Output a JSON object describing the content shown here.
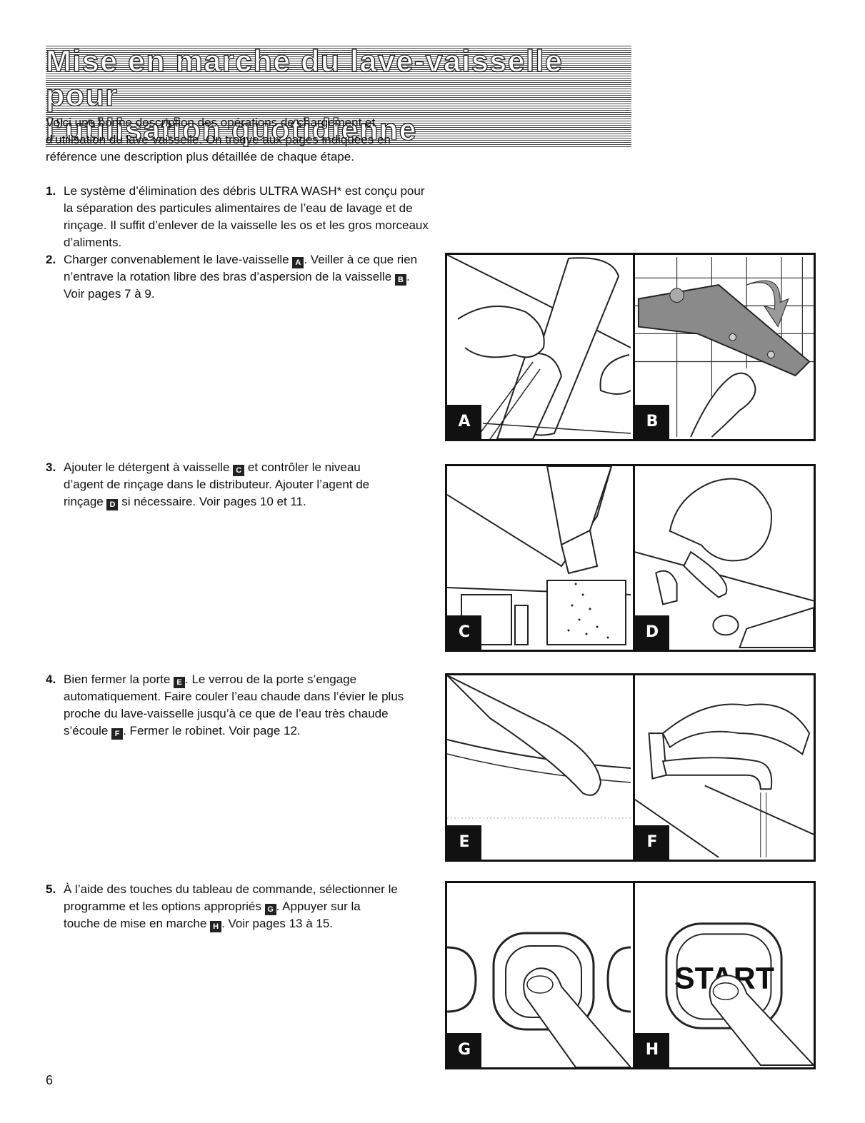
{
  "title": {
    "line1": "Mise en marche du lave-vaisselle pour",
    "line2": "l’utilisation quotidienne"
  },
  "intro": "Voici une bonne description des opérations de chargement et d’utilisation du lave-vaisselle. On trouve aux pages indiquées en référence une description plus détaillée de chaque étape.",
  "steps": [
    {
      "num": "1.",
      "parts": [
        "Le système d’élimination des débris ULTRA WASH* est conçu pour la séparation des particules alimentaires de l’eau de lavage et de rinçage. Il suffit d’enlever de la vaisselle les os et les gros morceaux d’aliments."
      ]
    },
    {
      "num": "2.",
      "parts": [
        "Charger convenablement le lave-vaisselle ",
        ". Veiller à ce que rien n’entrave la rotation libre des bras d’aspersion de la vaisselle ",
        ". Voir pages 7 à 9."
      ],
      "tags": [
        "A",
        "B"
      ]
    },
    {
      "num": "3.",
      "parts": [
        "Ajouter le détergent à vaisselle ",
        " et contrôler le niveau d’agent de rinçage dans le distributeur. Ajouter l’agent de rinçage ",
        " si nécessaire. Voir pages 10 et 11."
      ],
      "tags": [
        "C",
        "D"
      ]
    },
    {
      "num": "4.",
      "parts": [
        "Bien fermer la porte ",
        ". Le verrou de la porte s’engage automatiquement. Faire couler l’eau chaude dans l’évier le plus proche du lave-vaisselle jusqu’à ce que de l’eau très chaude s’écoule ",
        ". Fermer le robinet. Voir page 12."
      ],
      "tags": [
        "E",
        "F"
      ]
    },
    {
      "num": "5.",
      "parts": [
        "À l’aide des touches du tableau de commande, sélectionner le programme et les options appropriés ",
        ". Appuyer sur la touche de mise en marche ",
        ". Voir pages 13 à 15."
      ],
      "tags": [
        "G",
        "H"
      ]
    }
  ],
  "figures": {
    "labels": [
      "A",
      "B",
      "C",
      "D",
      "E",
      "F",
      "G",
      "H"
    ],
    "start_button_text": "START"
  },
  "page_number": "6"
}
